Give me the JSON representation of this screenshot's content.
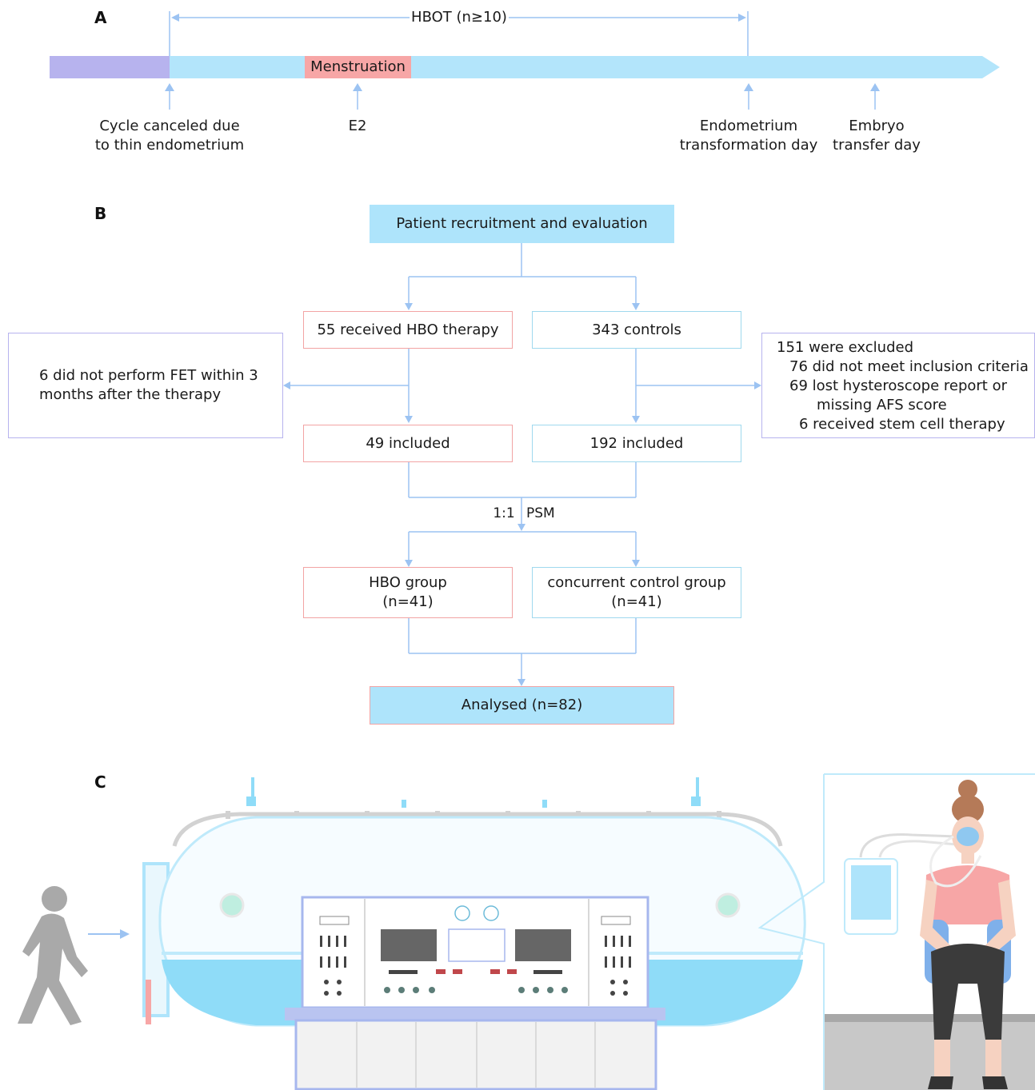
{
  "panel_a": {
    "label": "A",
    "hbot_label": "HBOT (n≥10)",
    "menstruation_label": "Menstruation",
    "markers": {
      "cycle_canceled": "Cycle canceled due\nto thin endometrium",
      "e2": "E2",
      "endometrium": "Endometrium\ntransformation day",
      "embryo": "Embryo\ntransfer day"
    }
  },
  "panel_b": {
    "label": "B",
    "recruitment": "Patient recruitment and evaluation",
    "hbo_received": "55 received HBO therapy",
    "controls": "343 controls",
    "left_excluded": "6 did not perform FET within 3\nmonths after the therapy",
    "right_excluded": {
      "line1": "151 were excluded",
      "line2": "76 did not meet inclusion criteria",
      "line3": "69 lost hysteroscope report or",
      "line4": "missing AFS score",
      "line5": "6 received stem cell therapy"
    },
    "hbo_included": "49 included",
    "control_included": "192 included",
    "psm_ratio": "1:1",
    "psm_label": "PSM",
    "hbo_group": "HBO group\n(n=41)",
    "control_group": "concurrent control group\n(n=41)",
    "analysed": "Analysed (n=82)"
  },
  "panel_c": {
    "label": "C"
  },
  "colors": {
    "arrow": "#9cc3f2",
    "timeline": "#b3e5fb",
    "timeline_start": "#b7b3ee",
    "menstruation": "#f7a6a6",
    "box_pink": "#f2a4a4",
    "box_blue": "#9fd9ee",
    "box_purple": "#b7b3ee",
    "box_fill": "#aee4fb"
  }
}
